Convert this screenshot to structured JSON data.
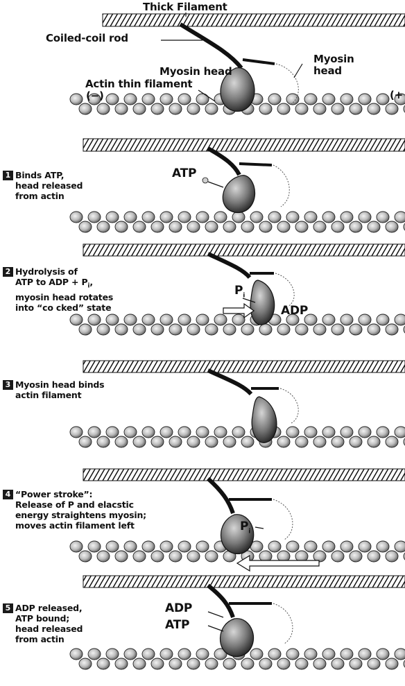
{
  "labels": {
    "thick_filament": "Thick Filament",
    "coiled_coil_rod": "Coiled-coil rod",
    "myosin_head_left": "Myosin head",
    "myosin_head_right_1": "Myosin",
    "myosin_head_right_2": "head",
    "actin_thin_filament": "Actin thin filament",
    "minus_end": "(−)",
    "plus_end": "(+",
    "atp_1": "ATP",
    "p_2": "P",
    "p_2_sub": "i",
    "adp_2": "ADP",
    "p_4": "P",
    "p_4_sub": "i",
    "adp_5": "ADP",
    "atp_5": "ATP"
  },
  "steps": [
    {
      "number": "1",
      "lines": [
        "Binds ATP,",
        "head released",
        "from actin"
      ]
    },
    {
      "number": "2",
      "lines": [
        "Hydrolysis of",
        "ATP to  ADP + P",
        "myosin head rotates",
        "into “co cked” state"
      ],
      "sub": "i",
      "after_sub": ","
    },
    {
      "number": "3",
      "lines": [
        "Myosin head binds",
        "actin filament"
      ]
    },
    {
      "number": "4",
      "lines": [
        "“Power stroke”:",
        "Release of P and elacstic",
        "energy straightens myosin;",
        "moves actin filament left"
      ]
    },
    {
      "number": "5",
      "lines": [
        "ADP released,",
        "ATP bound;",
        "head released",
        "from actin"
      ]
    }
  ],
  "colors": {
    "ink": "#111111",
    "actin_fill": "#cfcfcf",
    "head_fill": "#8e8e8e",
    "arrow_fill": "#ffffff"
  }
}
